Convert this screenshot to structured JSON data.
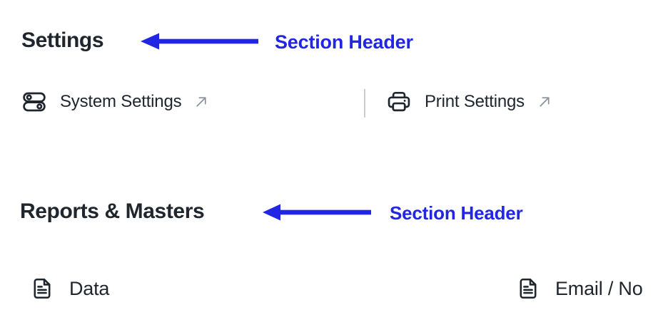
{
  "page": {
    "sections": [
      {
        "title": "Settings",
        "links": [
          {
            "label": "System Settings",
            "icon": "toggles-icon",
            "external": true
          },
          {
            "label": "Print Settings",
            "icon": "printer-icon",
            "external": true
          }
        ]
      },
      {
        "title": "Reports & Masters",
        "links": [
          {
            "label": "Data",
            "icon": "file-text-icon"
          },
          {
            "label": "Email / No",
            "icon": "file-text-icon",
            "clipped": true
          }
        ]
      }
    ]
  },
  "annotations": [
    {
      "text": "Section Header",
      "points_to": "Settings"
    },
    {
      "text": "Section Header",
      "points_to": "Reports & Masters"
    }
  ],
  "colors": {
    "annotation_blue": "#2126E3",
    "text_dark": "#20262E",
    "external_arrow_gray": "#8A929B",
    "divider_gray": "#C9CDD2",
    "background": "#FFFFFF"
  }
}
